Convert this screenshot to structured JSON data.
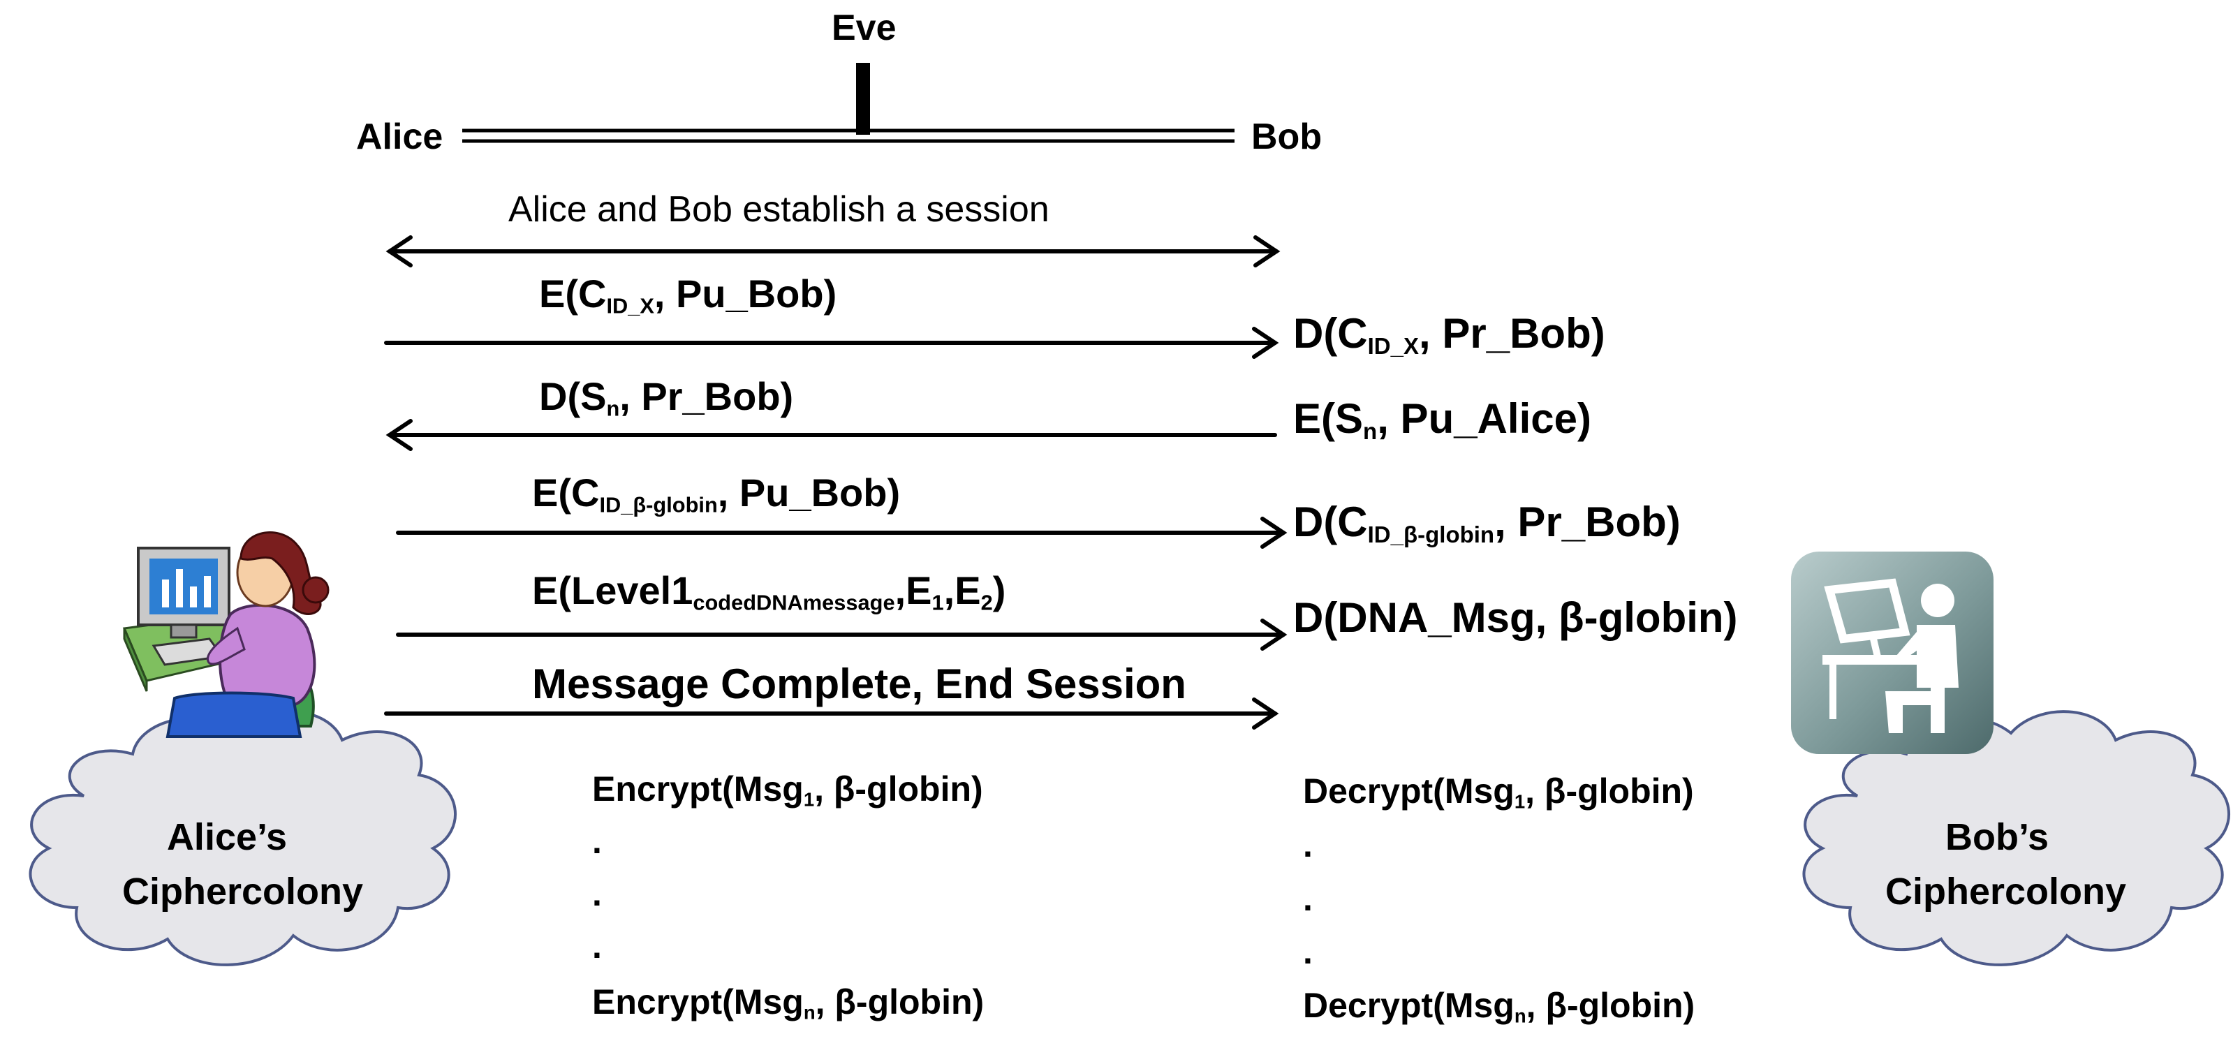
{
  "channel": {
    "eve": "Eve",
    "alice": "Alice",
    "bob": "Bob"
  },
  "session": "Alice and Bob establish a session",
  "messages": [
    {
      "left_main": "E(C",
      "left_sub": "ID_X",
      "left_rest": ", Pu_Bob)",
      "right_main": "D(C",
      "right_sub": "ID_X",
      "right_rest": ", Pr_Bob)"
    },
    {
      "left_main": "D(S",
      "left_sub": "n",
      "left_rest": ", Pr_Bob)",
      "right_main": "E(S",
      "right_sub": "n",
      "right_rest": ", Pu_Alice)"
    },
    {
      "left_main": "E(C",
      "left_sub": "ID_β-globin",
      "left_rest": ", Pu_Bob)",
      "right_main": "D(C",
      "right_sub": "ID_β-globin",
      "right_rest": ", Pr_Bob)"
    },
    {
      "left_main": "E(Level1",
      "left_sub": "codedDNAmessage",
      "left_rest1": ",E",
      "left_sub2": "1",
      "left_rest2": ",E",
      "left_sub3": "2",
      "left_rest3": ")",
      "right_text": "D(DNA_Msg, β-globin)"
    },
    {
      "left_text": "Message Complete, End Session"
    }
  ],
  "encrypt": {
    "main": "Encrypt(Msg",
    "sub_first": "1",
    "sub_last": "n",
    "rest": ", β-globin)",
    "dot": "."
  },
  "decrypt": {
    "main": "Decrypt(Msg",
    "sub_first": "1",
    "sub_last": "n",
    "rest": ", β-globin)",
    "dot": "."
  },
  "alice_cloud": {
    "line1": "Alice’s",
    "line2": "Ciphercolony"
  },
  "bob_cloud": {
    "line1": "Bob’s",
    "line2": "Ciphercolony"
  },
  "icons": {
    "alice": "woman-at-computer-icon",
    "bob": "person-at-computer-icon"
  }
}
